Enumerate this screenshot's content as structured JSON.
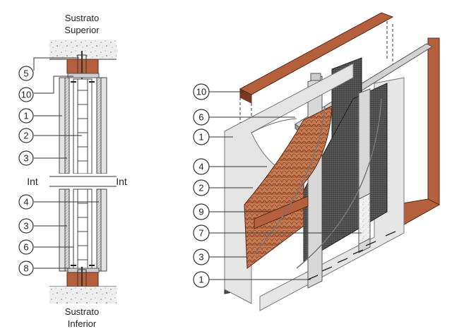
{
  "section_view": {
    "top_substrate_label": [
      "Sustrato",
      "Superior"
    ],
    "bottom_substrate_label": [
      "Sustrato",
      "Inferior"
    ],
    "int_left": "Int",
    "int_right": "Int",
    "callouts": [
      "5",
      "10",
      "1",
      "2",
      "3",
      "4",
      "3",
      "6",
      "8"
    ]
  },
  "exploded_view": {
    "callouts": [
      "10",
      "6",
      "1",
      "4",
      "2",
      "9",
      "7",
      "3",
      "1"
    ]
  },
  "colors": {
    "wood": "#b5603d",
    "wood_dark": "#7a3a22",
    "board": "#e4e4e4",
    "board_edge": "#9a9a9a",
    "steel": "#c8c8c8",
    "insulation": "#3c3c3c",
    "shingle": "#c0704a"
  }
}
